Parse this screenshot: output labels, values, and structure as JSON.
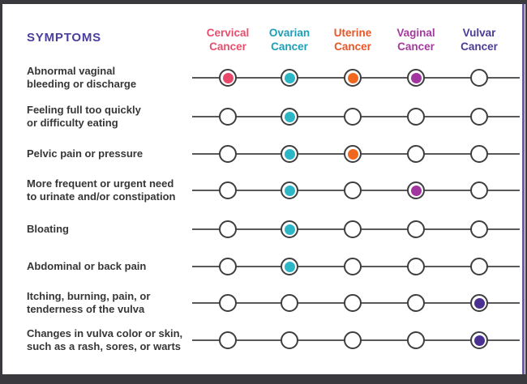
{
  "page": {
    "title": "SYMPTOMS"
  },
  "colors": {
    "frame": "#3a3a3e",
    "page_background": "#ffffff",
    "title_text": "#4b3f9d",
    "row_label_text": "#363636",
    "grid_line": "#59595b",
    "circle_ring": "#3e3e40",
    "right_edge_line": "#6f5f9f"
  },
  "chart_data": {
    "type": "table",
    "title": "SYMPTOMS",
    "legend_position": "top",
    "columns": [
      {
        "name": "Cervical Cancer",
        "lines": [
          "Cervical",
          "Cancer"
        ],
        "text_color": "#e74d6e",
        "dot_color": "#e8496b"
      },
      {
        "name": "Ovarian Cancer",
        "lines": [
          "Ovarian",
          "Cancer"
        ],
        "text_color": "#1b9fb8",
        "dot_color": "#2db6c5"
      },
      {
        "name": "Uterine Cancer",
        "lines": [
          "Uterine",
          "Cancer"
        ],
        "text_color": "#e85526",
        "dot_color": "#f0671f"
      },
      {
        "name": "Vaginal Cancer",
        "lines": [
          "Vaginal",
          "Cancer"
        ],
        "text_color": "#a43a9e",
        "dot_color": "#a335a0"
      },
      {
        "name": "Vulvar Cancer",
        "lines": [
          "Vulvar",
          "Cancer"
        ],
        "text_color": "#4b3b97",
        "dot_color": "#4a3191"
      }
    ],
    "rows": [
      {
        "symptom": "Abnormal vaginal bleeding or discharge",
        "lines": [
          "Abnormal vaginal",
          "bleeding or discharge"
        ],
        "applies": [
          1,
          1,
          1,
          1,
          0
        ]
      },
      {
        "symptom": "Feeling full too quickly or difficulty eating",
        "lines": [
          "Feeling full too quickly",
          "or difficulty eating"
        ],
        "applies": [
          0,
          1,
          0,
          0,
          0
        ]
      },
      {
        "symptom": "Pelvic pain or pressure",
        "lines": [
          "Pelvic pain or pressure"
        ],
        "applies": [
          0,
          1,
          1,
          0,
          0
        ]
      },
      {
        "symptom": "More frequent or urgent need to urinate and/or constipation",
        "lines": [
          "More frequent or urgent need",
          "to urinate and/or constipation"
        ],
        "applies": [
          0,
          1,
          0,
          1,
          0
        ]
      },
      {
        "symptom": "Bloating",
        "lines": [
          "Bloating"
        ],
        "applies": [
          0,
          1,
          0,
          0,
          0
        ]
      },
      {
        "symptom": "Abdominal or back pain",
        "lines": [
          "Abdominal or back pain"
        ],
        "applies": [
          0,
          1,
          0,
          0,
          0
        ]
      },
      {
        "symptom": "Itching, burning, pain, or tenderness of the vulva",
        "lines": [
          "Itching, burning, pain, or",
          "tenderness of the vulva"
        ],
        "applies": [
          0,
          0,
          0,
          0,
          1
        ]
      },
      {
        "symptom": "Changes in vulva color or skin, such as a rash, sores, or warts",
        "lines": [
          "Changes in vulva color or skin,",
          "such as a rash, sores, or warts"
        ],
        "applies": [
          0,
          0,
          0,
          0,
          1
        ]
      }
    ]
  }
}
